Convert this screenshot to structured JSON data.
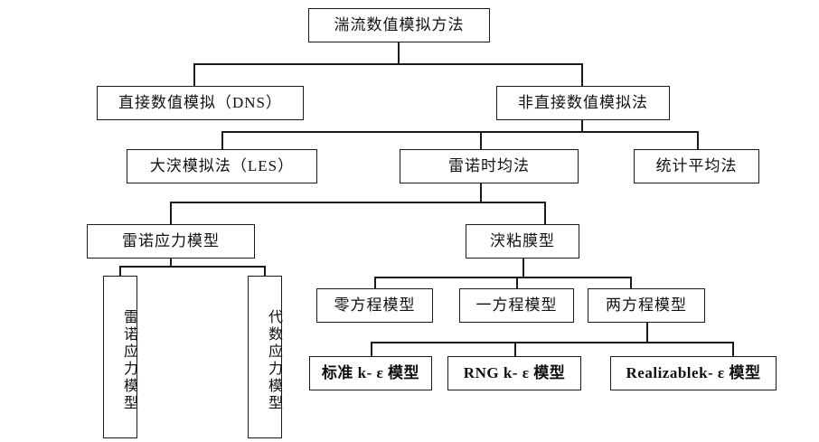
{
  "diagram": {
    "title_node": "湍流数值模拟方法",
    "nodes": {
      "dns": "直接数值模拟（DNS）",
      "non_dns": "非直接数值模拟法",
      "les": "大涋模拟法（LES）",
      "rans": "雷诺时均法",
      "stat_avg": "统计平均法",
      "reynolds_stress_model": "雷诺应力模型",
      "eddy_viscosity_model": "涋粘膜型",
      "rsm_vertical": "雷诺应力模型",
      "asm_vertical": "代数应力模型",
      "zero_eq": "零方程模型",
      "one_eq": "一方程模型",
      "two_eq": "两方程模型",
      "standard_ke": "标准 k- ε 模型",
      "rng_ke": "RNG k- ε 模型",
      "realizable_ke": "Realizablek- ε 模型"
    },
    "colors": {
      "line": "#1a1a1a",
      "text": "#111111",
      "background": "#ffffff"
    }
  }
}
